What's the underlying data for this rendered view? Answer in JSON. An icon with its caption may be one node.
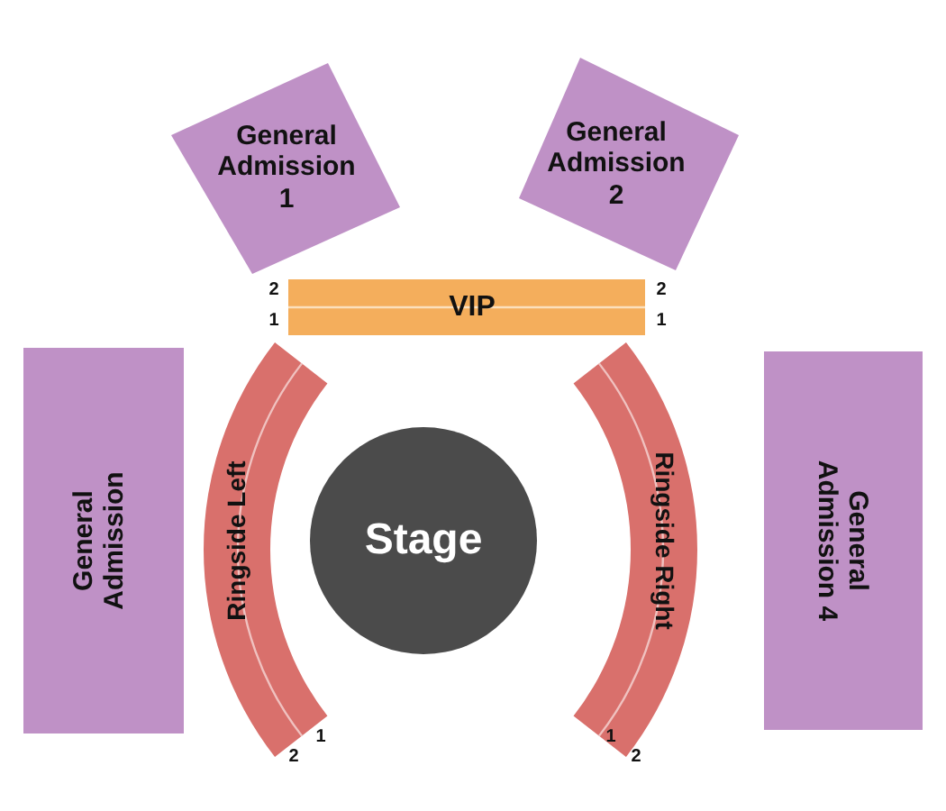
{
  "diagram": {
    "nodes": [
      {
        "text": [
          "General Admission 1"
        ]
      },
      {
        "text": [
          "General Admission 2"
        ]
      },
      {
        "text": [
          "VIP"
        ]
      },
      {
        "text": [
          "General Admission"
        ]
      },
      {
        "text": [
          "Ringside Left"
        ]
      },
      {
        "text": [
          "Stage"
        ]
      },
      {
        "text": [
          "Ringside Right"
        ]
      },
      {
        "text": [
          "General Admission 4"
        ]
      }
    ],
    "labels": [
      "2",
      "2",
      "1",
      "1",
      "1",
      "1",
      "2",
      "2"
    ]
  }
}
